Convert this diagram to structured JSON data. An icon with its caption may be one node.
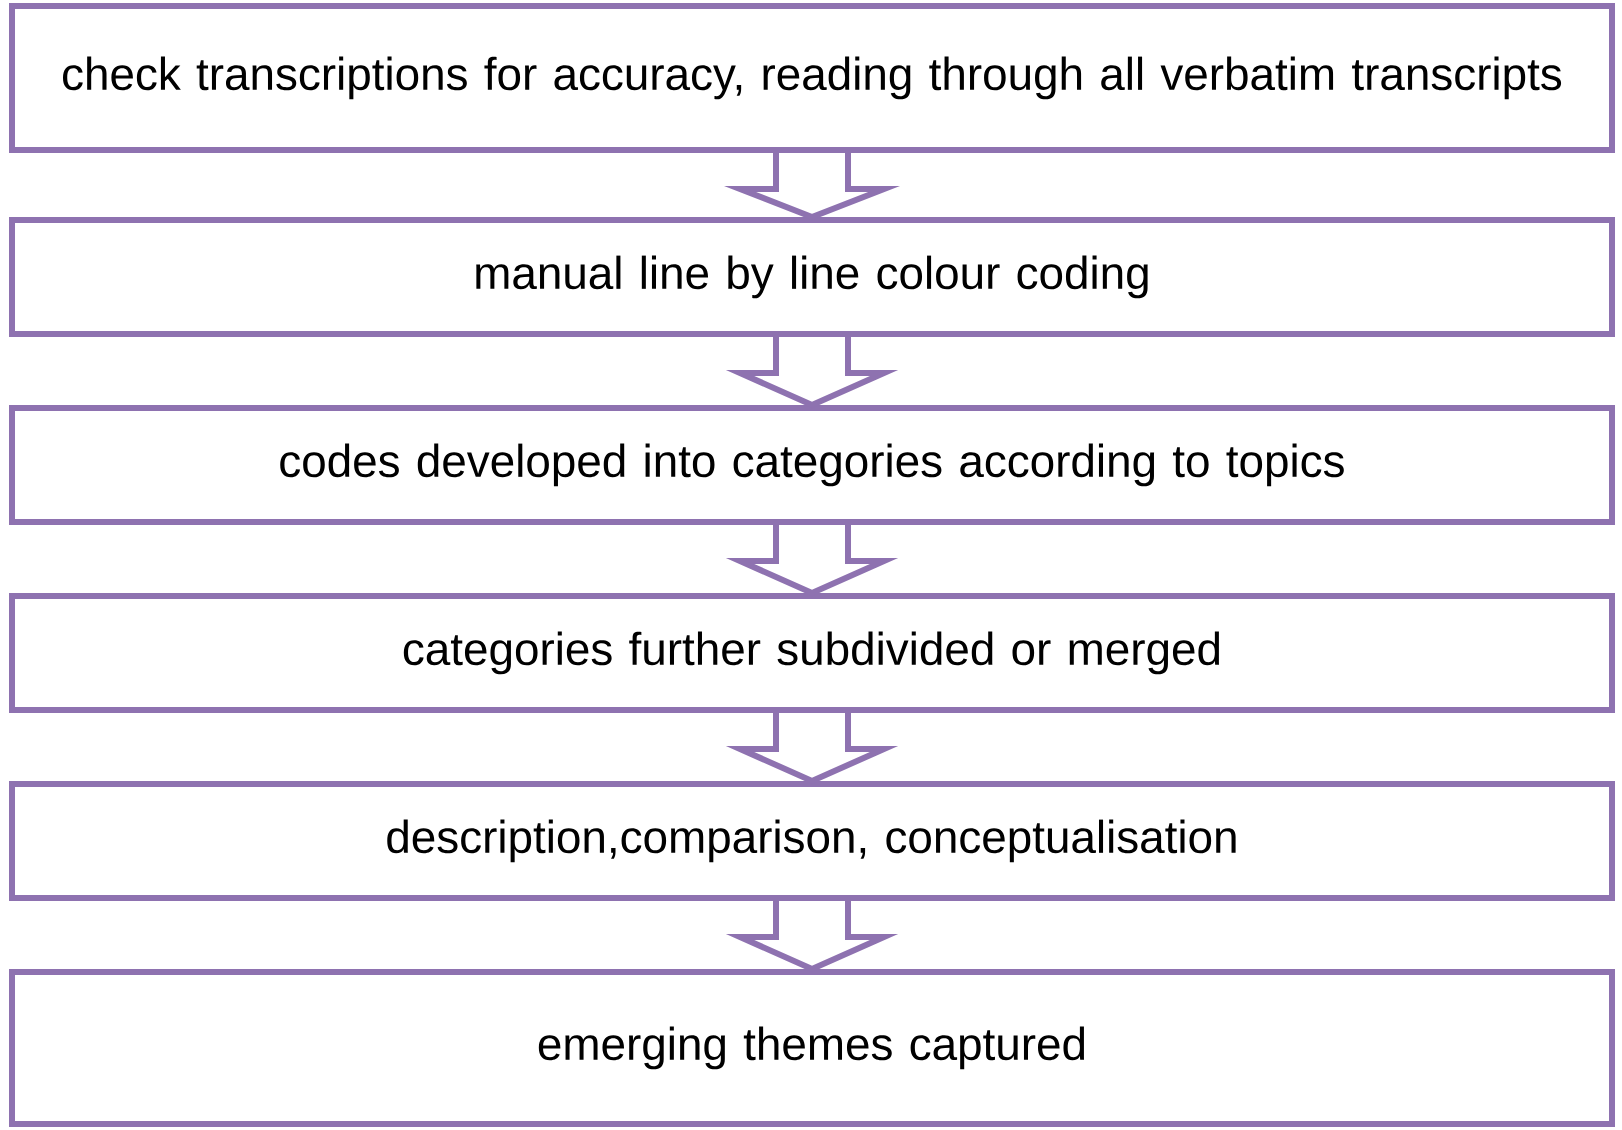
{
  "diagram": {
    "nodes": [
      {
        "text": [
          "check transcriptions for accuracy, reading through all verbatim transcripts"
        ]
      },
      {
        "text": [
          "manual line by line colour coding"
        ]
      },
      {
        "text": [
          "codes developed into categories according to topics"
        ]
      },
      {
        "text": [
          "categories further subdivided or merged"
        ]
      },
      {
        "text": [
          "description,comparison, conceptualisation"
        ]
      },
      {
        "text": [
          "emerging themes captured"
        ]
      }
    ],
    "edges": [
      {
        "from": 0,
        "to": 1,
        "arrow": "to"
      },
      {
        "from": 1,
        "to": 2,
        "arrow": "to"
      },
      {
        "from": 2,
        "to": 3,
        "arrow": "to"
      },
      {
        "from": 3,
        "to": 4,
        "arrow": "to"
      },
      {
        "from": 4,
        "to": 5,
        "arrow": "to"
      }
    ]
  }
}
